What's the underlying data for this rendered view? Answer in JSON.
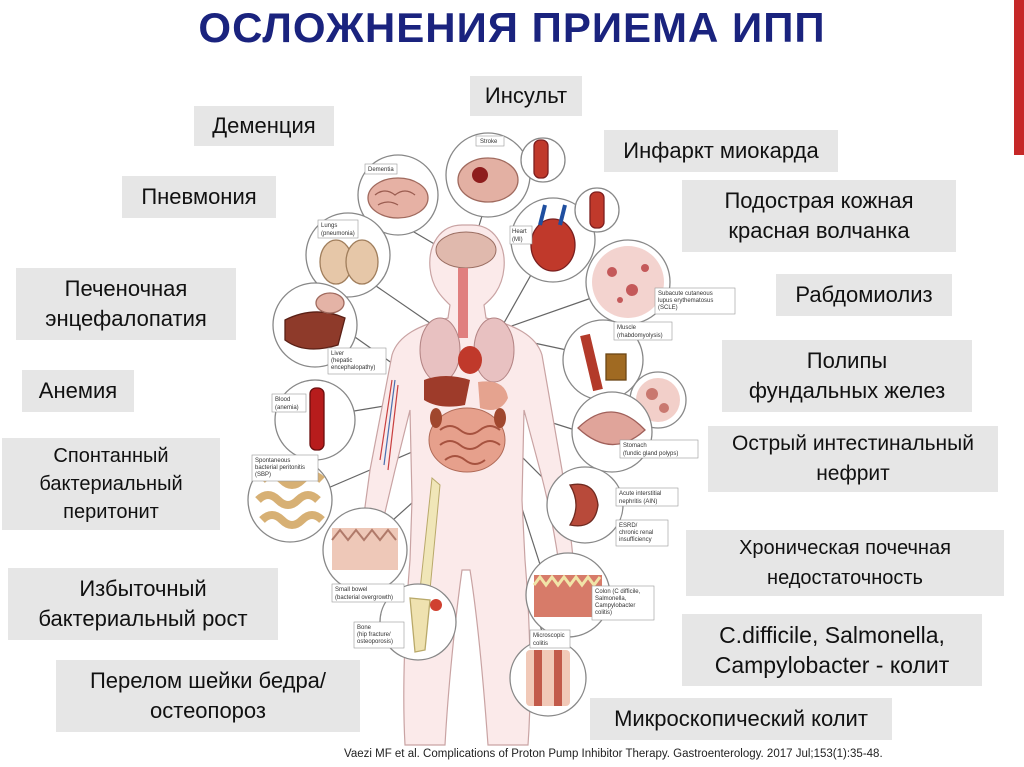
{
  "title": "ОСЛОЖНЕНИЯ ПРИЕМА ИПП",
  "accent_color": "#c62828",
  "title_color": "#1a237e",
  "labels": {
    "stroke": "Инсульт",
    "dementia": "Деменция",
    "mi": "Инфаркт миокарда",
    "pneumonia": "Пневмония",
    "scle_1": "Подострая кожная",
    "scle_2": "красная волчанка",
    "hepatic_1": "Печеночная",
    "hepatic_2": "энцефалопатия",
    "rhabdo": "Рабдомиолиз",
    "anemia": "Анемия",
    "polyps_1": "Полипы",
    "polyps_2": "фундальных желез",
    "ain_1": "Острый интестинальный",
    "ain_2": "нефрит",
    "sbp_1": "Спонтанный",
    "sbp_2": "бактериальный",
    "sbp_3": "перитонит",
    "ckd_1": "Хроническая почечная",
    "ckd_2": "недостаточность",
    "sibo_1": "Избыточный",
    "sibo_2": "бактериальный рост",
    "cdiff_1": "C.difficile, Salmonella,",
    "cdiff_2": "Campylobacter -  колит",
    "fracture_1": "Перелом шейки бедра/",
    "fracture_2": "остеопороз",
    "micro": "Микроскопический колит"
  },
  "organ_tags": {
    "dementia": "Dementia",
    "stroke": "Stroke",
    "heart_1": "Heart",
    "heart_2": "(MI)",
    "lungs_1": "Lungs",
    "lungs_2": "(pneumonia)",
    "scle_1": "Subacute cutaneous",
    "scle_2": "lupus erythematosus",
    "scle_3": "(SCLE)",
    "muscle_1": "Muscle",
    "muscle_2": "(rhabdomyolysis)",
    "liver_1": "Liver",
    "liver_2": "(hepatic",
    "liver_3": "encephalopathy)",
    "blood_1": "Blood",
    "blood_2": "(anemia)",
    "stomach_1": "Stomach",
    "stomach_2": "(fundic gland polyps)",
    "sbp_1": "Spontaneous",
    "sbp_2": "bacterial peritonitis",
    "sbp_3": "(SBP)",
    "ain_1": "Acute interstitial",
    "ain_2": "nephritis (AIN)",
    "esrd_1": "ESRD/",
    "esrd_2": "chronic renal",
    "esrd_3": "insufficiency",
    "small_1": "Small bowel",
    "small_2": "(bacterial overgrowth)",
    "colon_1": "Colon (C difficile,",
    "colon_2": "Salmonella,",
    "colon_3": "Campylobacter",
    "colon_4": "colitis)",
    "bone_1": "Bone",
    "bone_2": "(hip fracture/",
    "bone_3": "osteoporosis)",
    "micro_1": "Microscopic",
    "micro_2": "colitis"
  },
  "citation": "Vaezi MF et al. Complications of Proton Pump Inhibitor Therapy. Gastroenterology. 2017 Jul;153(1):35-48."
}
